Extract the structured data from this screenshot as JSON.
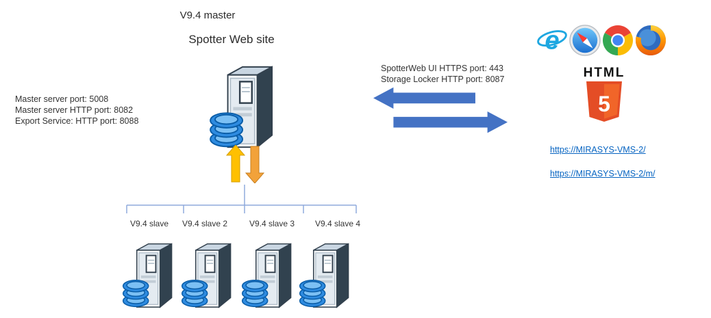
{
  "titles": {
    "master": "V9.4 master",
    "site": "Spotter Web site"
  },
  "master_ports": {
    "line1": "Master server port: 5008",
    "line2": "Master server HTTP port: 8082",
    "line3": "Export Service: HTTP port: 8088"
  },
  "web_ports": {
    "line1": "SpotterWeb UI HTTPS port: 443",
    "line2": "Storage Locker HTTP port: 8087"
  },
  "html5": {
    "word": "HTML",
    "digit": "5"
  },
  "links": {
    "desktop": "https://MIRASYS-VMS-2/",
    "mobile": "https://MIRASYS-VMS-2/m/"
  },
  "slaves": [
    {
      "label": "V9.4 slave"
    },
    {
      "label": "V9.4 slave 2"
    },
    {
      "label": "V9.4 slave 3"
    },
    {
      "label": "V9.4 slave 4"
    }
  ],
  "icons": {
    "browsers": [
      "internet-explorer-icon",
      "safari-icon",
      "chrome-icon",
      "firefox-icon"
    ],
    "ie_glyph": "e",
    "server": "server-with-database-icon",
    "sync_arrows": "up-down-arrows-icon",
    "exchange_arrows": "left-right-arrows-icon",
    "html5_shield": "html5-shield-icon"
  },
  "colors": {
    "arrow_blue": "#4472C4",
    "arrow_orange_up": "#FFC000",
    "arrow_orange_down": "#F2A23A",
    "link": "#0563C1",
    "connector": "#8FAADC",
    "html5_orange": "#E44D26",
    "html5_orange_light": "#F16529"
  }
}
